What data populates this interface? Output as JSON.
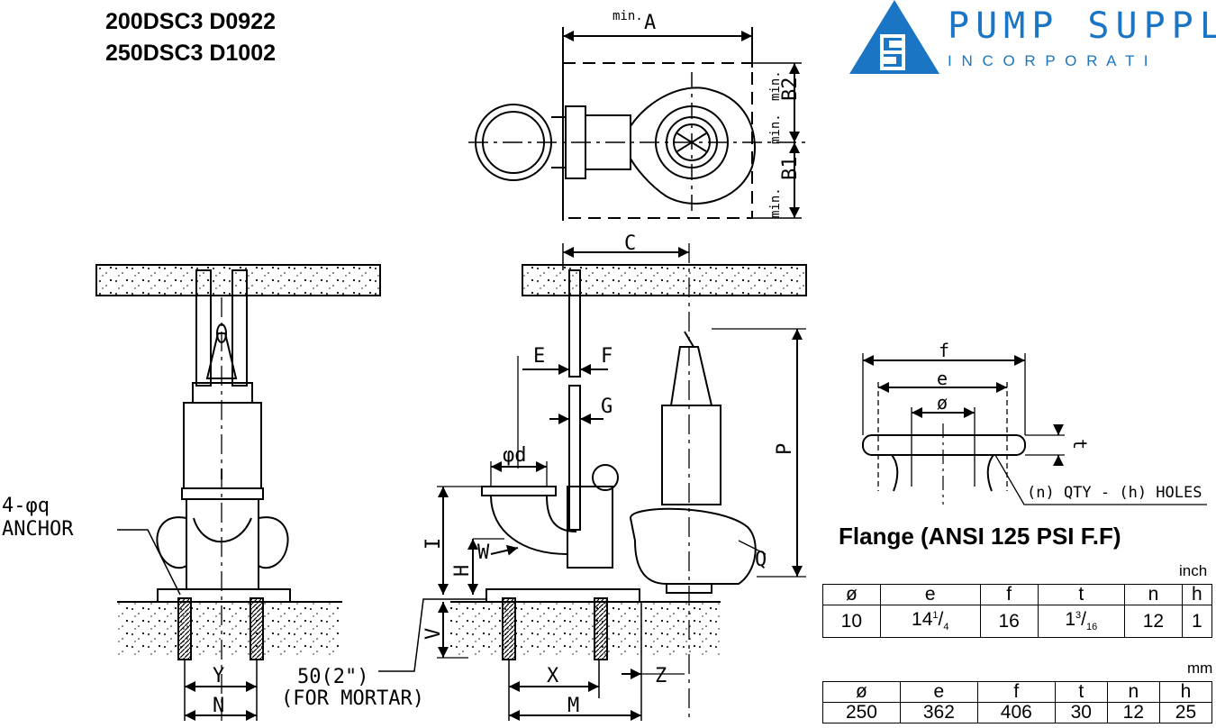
{
  "header": {
    "models": [
      "200DSC3 D0922",
      "250DSC3 D1002"
    ]
  },
  "logo": {
    "name": "PUMP SUPPL",
    "tagline": "I N C O R P O R A T I",
    "initials": "PS",
    "color": "#1a75c5"
  },
  "drawing": {
    "labels": {
      "min_a": "min.",
      "a": "A",
      "min_b2": "min.",
      "b2": "B2",
      "min_b1": "min.",
      "b1": "B1",
      "c": "C",
      "e": "E",
      "f": "F",
      "g": "G",
      "phi_d": "φd",
      "p": "P",
      "i": "I",
      "h": "H",
      "w": "W",
      "q": "Q",
      "v": "V",
      "x": "X",
      "m": "M",
      "z": "Z",
      "y": "Y",
      "n": "N",
      "anchor_count": "4-φq",
      "anchor": "ANCHOR",
      "mortar_dim": "50(2\")",
      "mortar_note": "(FOR MORTAR)"
    }
  },
  "flange": {
    "title": "Flange (ANSI 125 PSI F.F)",
    "labels": {
      "f": "f",
      "e": "e",
      "phi": "ø",
      "t": "t"
    },
    "holes_note": "(n) QTY - (h) HOLES",
    "headers": [
      "ø",
      "e",
      "f",
      "t",
      "n",
      "h"
    ],
    "inch": {
      "unit": "inch",
      "phi": "10",
      "e_whole": "14",
      "e_num": "1",
      "e_den": "4",
      "f": "16",
      "t_whole": "1",
      "t_num": "3",
      "t_den": "16",
      "n": "12",
      "h": "1"
    },
    "mm": {
      "unit": "mm",
      "values": [
        "250",
        "362",
        "406",
        "30",
        "12",
        "25"
      ]
    }
  }
}
